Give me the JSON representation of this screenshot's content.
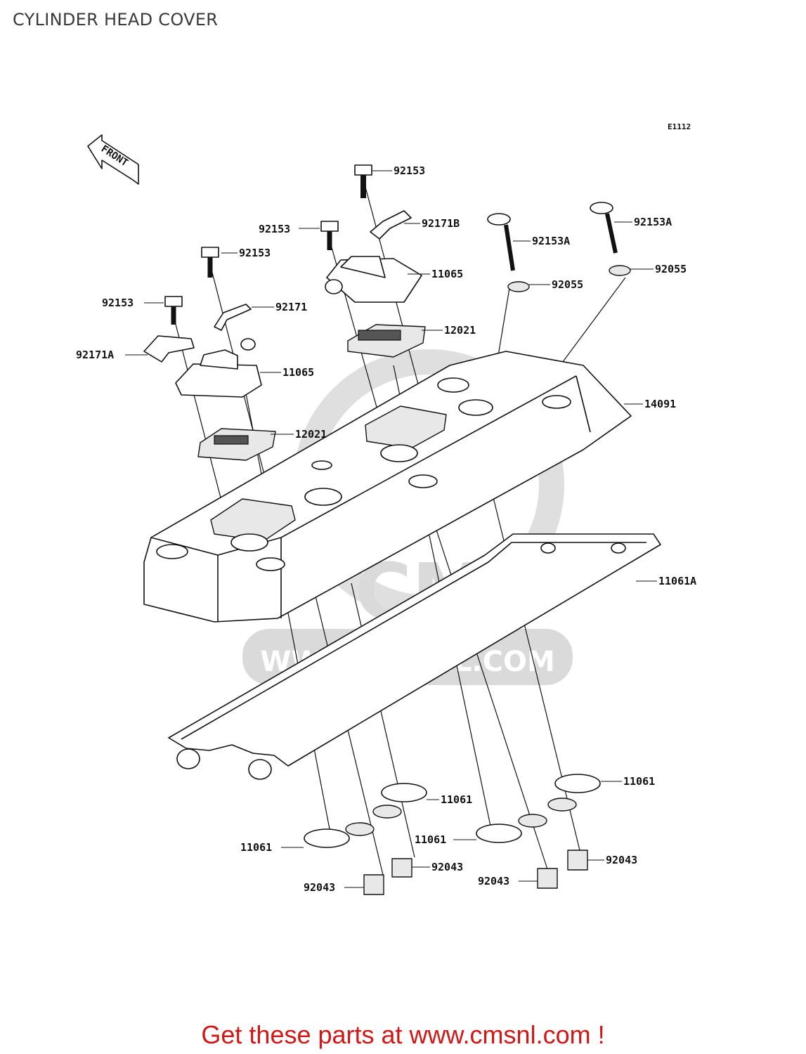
{
  "title": "CYLINDER HEAD COVER",
  "diagram_code": "E1112",
  "front_marker": "FRONT",
  "watermark": {
    "brand": "CMS",
    "url": "WWW.CMSNL.COM"
  },
  "callout": "Get these parts at www.cmsnl.com !",
  "labels": {
    "p92153_top": "92153",
    "p92171B": "92171B",
    "p92153_mid": "92153",
    "p92153_left2": "92153",
    "p92153_left": "92153",
    "p92171": "92171",
    "p92171A": "92171A",
    "p11065_right": "11065",
    "p11065_left": "11065",
    "p12021_right": "12021",
    "p12021_left": "12021",
    "p92153A_mid": "92153A",
    "p92153A_right": "92153A",
    "p92055_mid": "92055",
    "p92055_right": "92055",
    "p14091": "14091",
    "p11061A": "11061A",
    "p11061_a": "11061",
    "p11061_b": "11061",
    "p11061_c": "11061",
    "p11061_d": "11061",
    "p92043_a": "92043",
    "p92043_b": "92043",
    "p92043_c": "92043",
    "p92043_d": "92043"
  }
}
